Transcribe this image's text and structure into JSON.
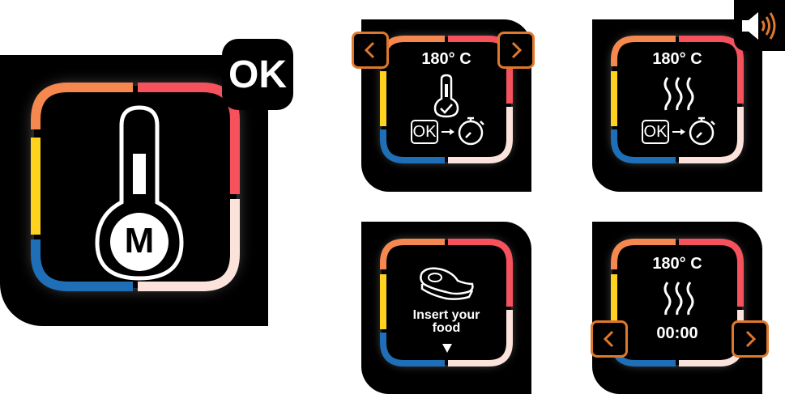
{
  "colors": {
    "orange": "#f4884f",
    "red": "#f5525e",
    "yellow": "#ffd21e",
    "blue": "#1e6fb8",
    "cream": "#fbe3dc",
    "accent": "#e0782c",
    "panel": "#000000",
    "text": "#ffffff"
  },
  "main": {
    "ok_label": "OK",
    "mode_letter": "M",
    "icon": "thermometer-m-icon"
  },
  "screen_preheat": {
    "temperature": "180° C",
    "ok_label": "OK",
    "icons": [
      "thermometer-check-icon",
      "timer-icon",
      "chevron-left-icon",
      "chevron-right-icon"
    ]
  },
  "screen_heating": {
    "temperature": "180° C",
    "ok_label": "OK",
    "icons": [
      "heat-waves-icon",
      "timer-icon",
      "speaker-icon"
    ]
  },
  "screen_insert": {
    "line1": "Insert your",
    "line2": "food",
    "icons": [
      "steak-icon",
      "arrow-down-icon"
    ]
  },
  "screen_timer": {
    "temperature": "180° C",
    "time": "00:00",
    "icons": [
      "heat-waves-icon",
      "chevron-left-icon",
      "chevron-right-icon"
    ]
  }
}
